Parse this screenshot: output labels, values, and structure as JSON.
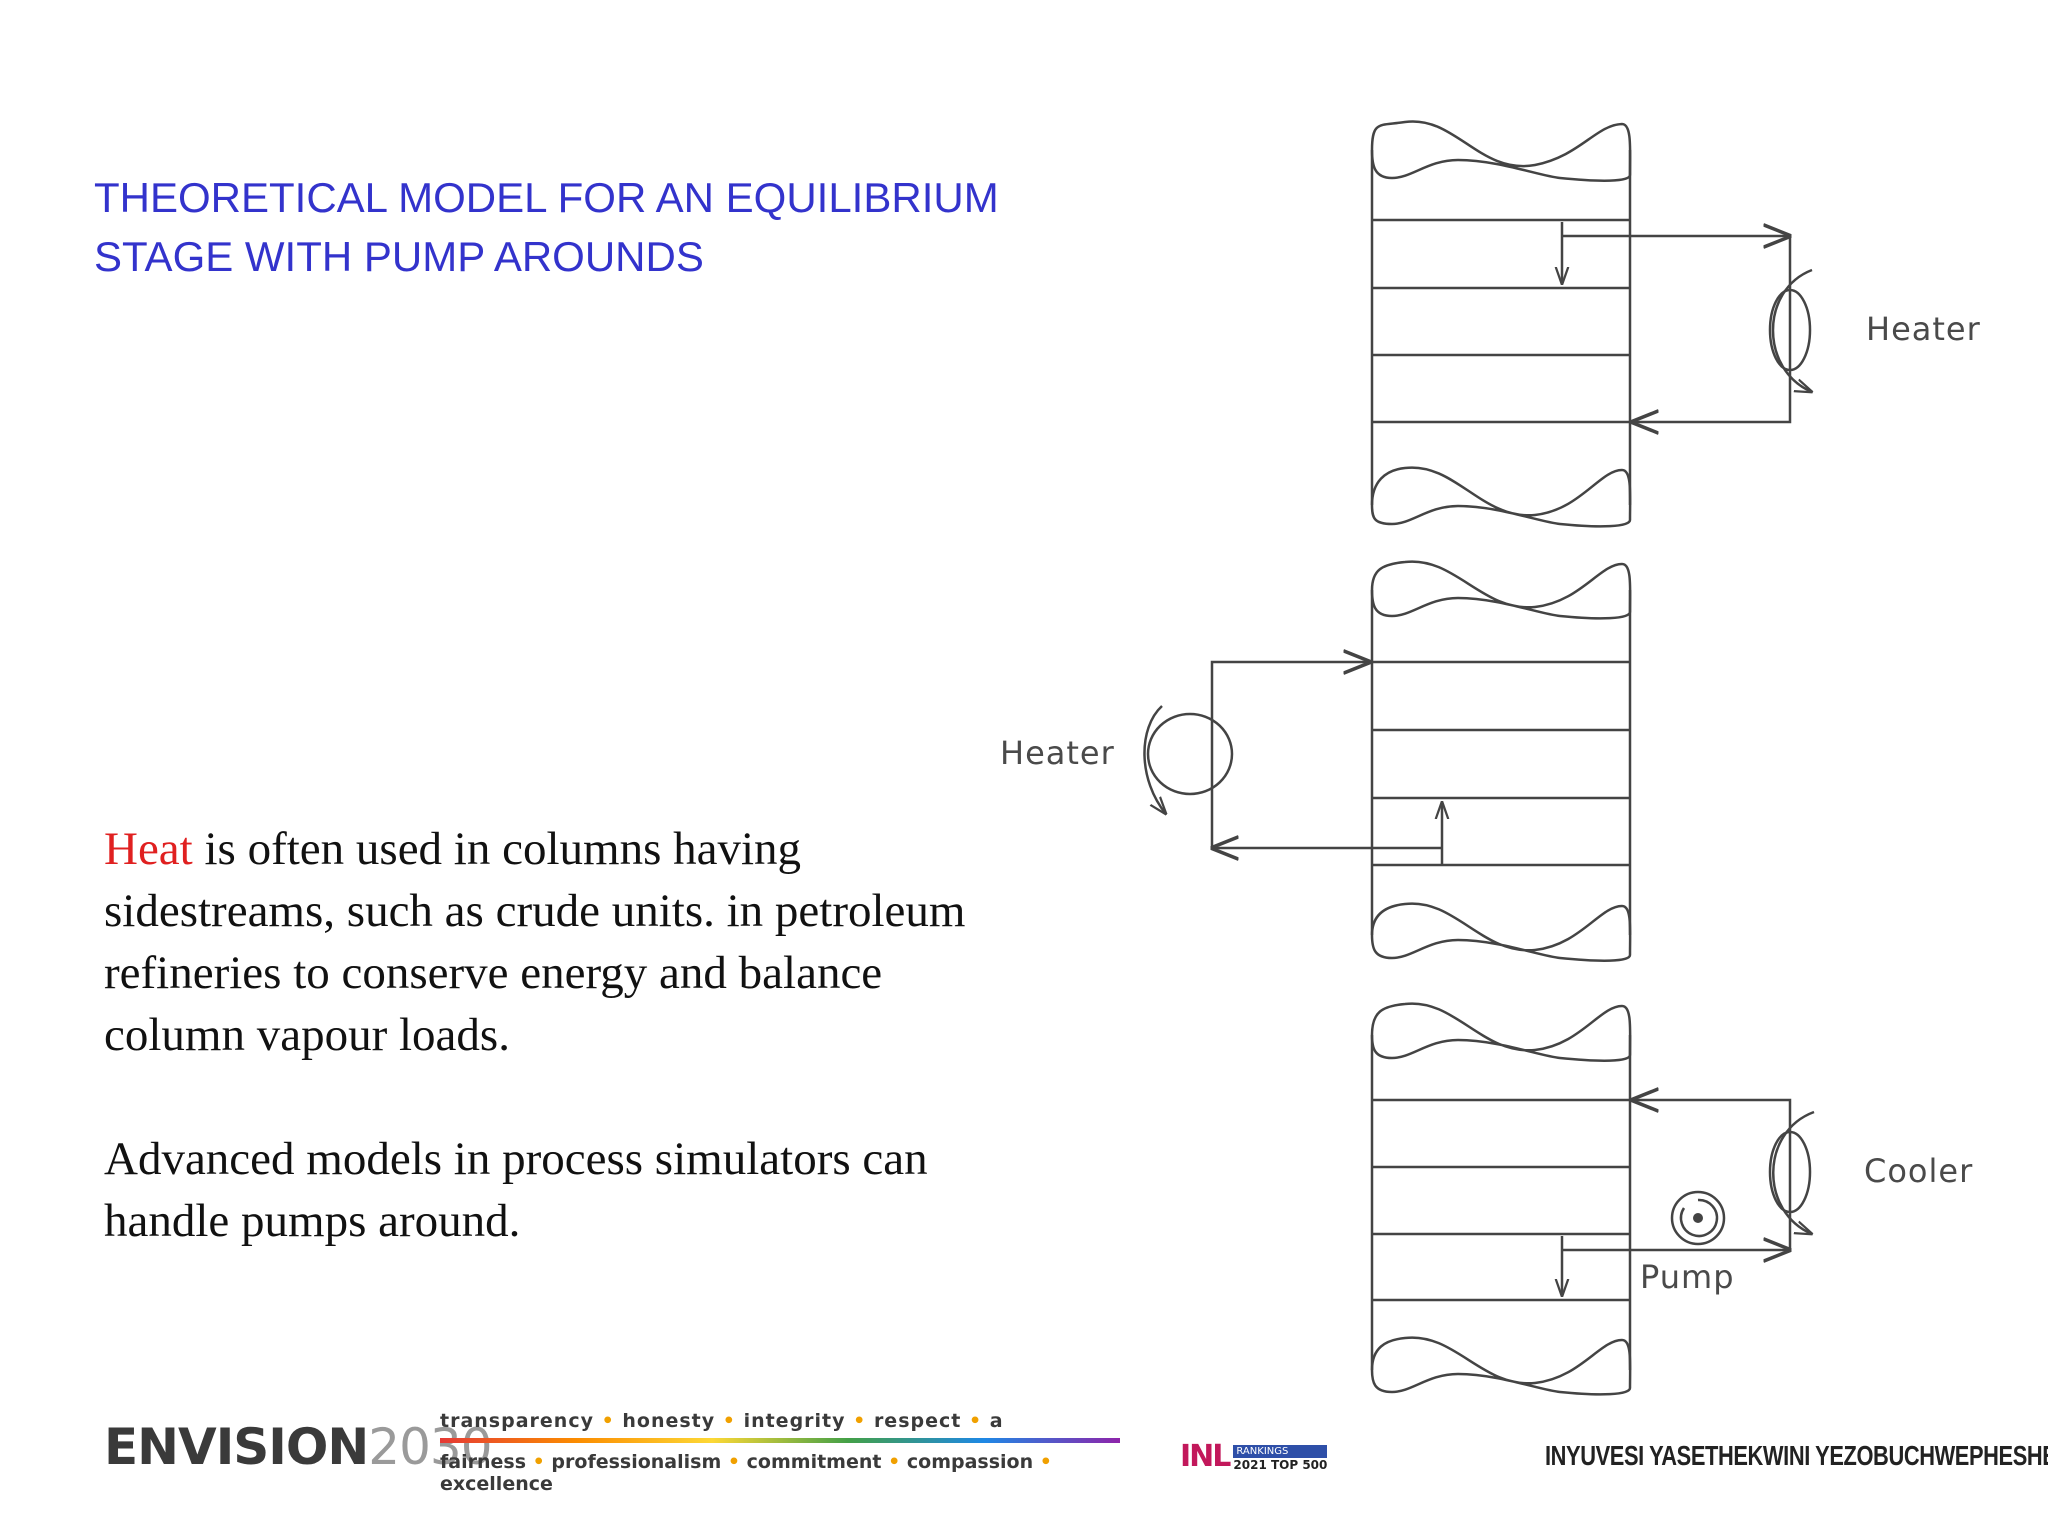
{
  "title": {
    "line1": "THEORETICAL MODEL FOR AN EQUILIBRIUM",
    "line2": "STAGE WITH PUMP AROUNDS"
  },
  "body": {
    "highlight": "Heat",
    "para1_rest": " is often used in columns having sidestreams, such as crude units. in petroleum refineries to conserve energy and balance column vapour loads.",
    "para2": "Advanced models in process simulators can handle pumps around."
  },
  "diagram": {
    "top_label": "Heater",
    "middle_label": "Heater",
    "bottom_label_cooler": "Cooler",
    "bottom_label_pump": "Pump"
  },
  "footer": {
    "logo_main": "ENVISION",
    "logo_year": "2030",
    "values_line1": [
      "transparency",
      "honesty",
      "integrity",
      "respect",
      "a"
    ],
    "values_line2": [
      "fairness",
      "professionalism",
      "commitment",
      "compassion",
      "excellence"
    ],
    "rank_mark": "INL",
    "rank_badge": "RANKINGS",
    "rank_text": "2021 TOP 500",
    "university": "INYUVESI YASETHEKWINI YEZOBUCHWEPHESHE"
  },
  "colors": {
    "title": "#3333cc",
    "highlight": "#e02020",
    "text": "#111111",
    "diagram_line": "#444444"
  }
}
